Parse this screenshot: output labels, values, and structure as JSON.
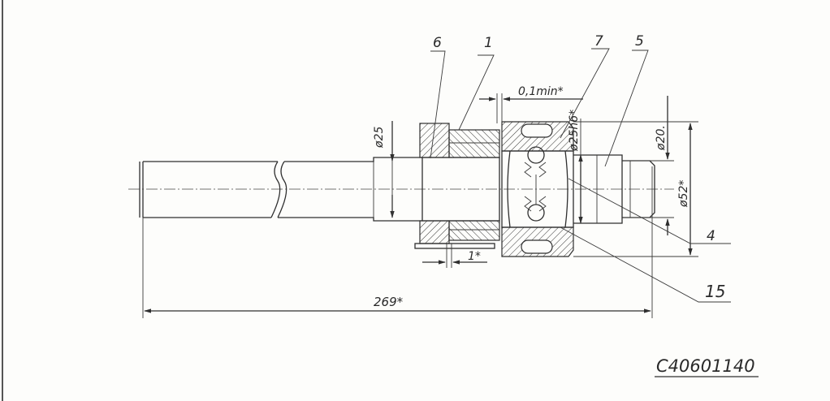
{
  "drawing": {
    "doc_number": "C40601140",
    "callouts": [
      "6",
      "1",
      "7",
      "5",
      "4",
      "15"
    ],
    "dimensions": {
      "clearance": "0,1min*",
      "dia_25": "ø25",
      "dia_25h6": "ø25h6*",
      "dia_20": "ø20.",
      "dia_52": "ø52*",
      "gap_1": "1*",
      "length_269": "269*"
    },
    "colors": {
      "ink": "#2f2f2f",
      "paper": "#fdfdfb"
    }
  }
}
